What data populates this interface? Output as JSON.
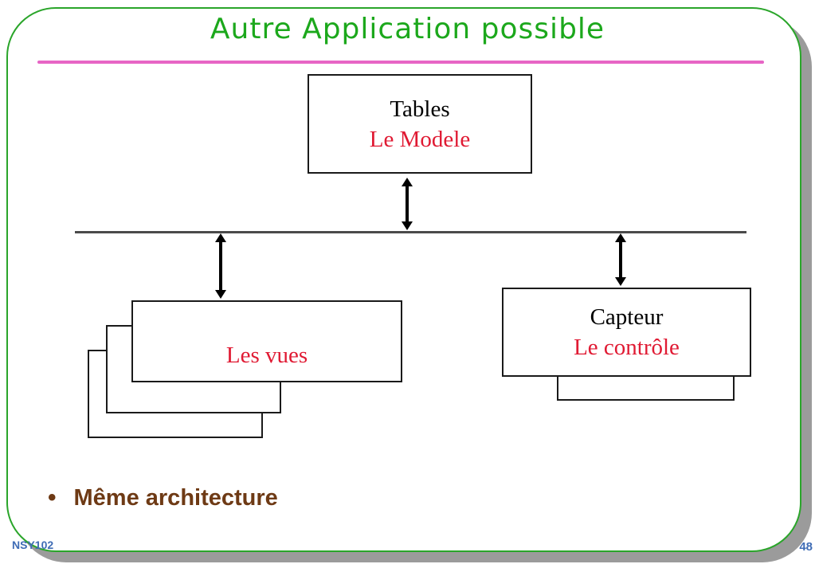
{
  "slide": {
    "title": "Autre Application possible",
    "footer": "NSY102",
    "page_number": "48"
  },
  "diagram": {
    "model_box": {
      "line1": "Tables",
      "line2": "Le Modele"
    },
    "views_box": {
      "label": "Les vues"
    },
    "control_box": {
      "line1": "Capteur",
      "line2": "Le contrôle"
    },
    "connections": [
      "model-box to bus-line (double arrow)",
      "bus-line to views-box (double arrow)",
      "bus-line to control-box (double arrow)"
    ]
  },
  "bullets": [
    {
      "marker": "•",
      "text": "Même architecture"
    }
  ],
  "colors": {
    "title_green": "#1ca81c",
    "frame_green": "#2aa52a",
    "shadow_gray": "#9b9b9b",
    "accent_pink": "#e765c5",
    "accent_red": "#e01a33",
    "accent_brown": "#6e3a15",
    "accent_blue": "#3f6cb5",
    "line_gray": "#4a4a4a"
  }
}
